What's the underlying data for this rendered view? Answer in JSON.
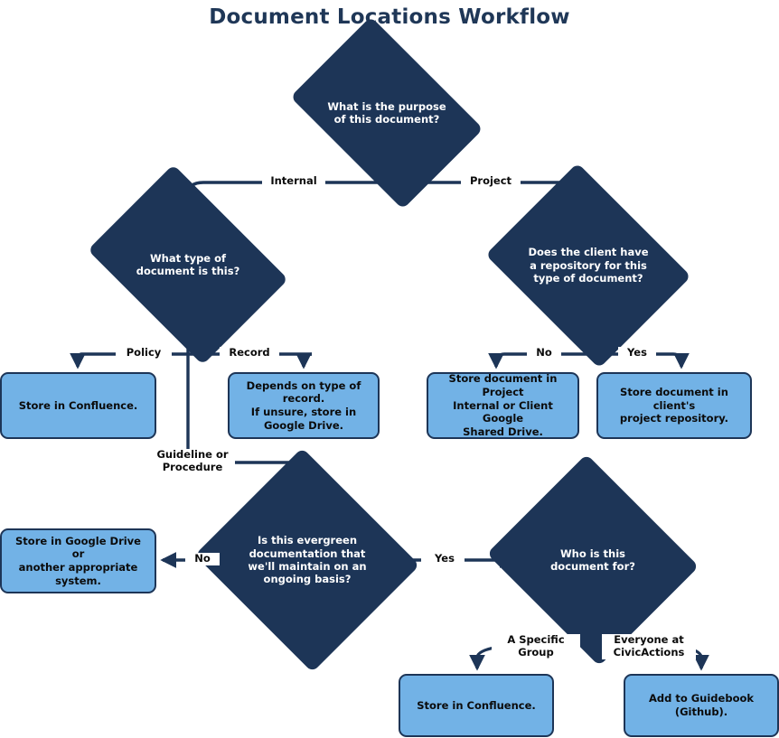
{
  "title": "Document Locations Workflow",
  "colors": {
    "decision_fill": "#1d3557",
    "decision_text": "#ffffff",
    "process_fill": "#72b2e6",
    "process_border": "#1d3557",
    "process_text": "#0b0b0b",
    "edge_stroke": "#1d3557",
    "label_text": "#0b0b0b",
    "title_text": "#1f3757",
    "background": "#ffffff"
  },
  "chart_data": {
    "type": "diagram",
    "title": "Document Locations Workflow",
    "nodes": [
      {
        "id": "purpose",
        "kind": "decision",
        "text": "What is the purpose\nof this document?"
      },
      {
        "id": "doctype",
        "kind": "decision",
        "text": "What type of\ndocument is this?"
      },
      {
        "id": "clientrepo",
        "kind": "decision",
        "text": "Does the client have\na repository for this\ntype of document?"
      },
      {
        "id": "evergreen",
        "kind": "decision",
        "text": "Is this evergreen\ndocumentation that\nwe'll maintain on an\nongoing basis?"
      },
      {
        "id": "audience",
        "kind": "decision",
        "text": "Who is this\ndocument for?"
      },
      {
        "id": "confluence1",
        "kind": "process",
        "text": "Store in Confluence."
      },
      {
        "id": "record",
        "kind": "process",
        "text": "Depends on type of record.\nIf unsure, store in\nGoogle Drive."
      },
      {
        "id": "projdrive",
        "kind": "process",
        "text": "Store document in Project\nInternal or Client Google\nShared Drive."
      },
      {
        "id": "clientproj",
        "kind": "process",
        "text": "Store document in client's\nproject repository."
      },
      {
        "id": "gdrive",
        "kind": "process",
        "text": "Store in Google Drive or\nanother appropriate system."
      },
      {
        "id": "confluence2",
        "kind": "process",
        "text": "Store in Confluence."
      },
      {
        "id": "guidebook",
        "kind": "process",
        "text": "Add to Guidebook (Github)."
      }
    ],
    "edges": [
      {
        "from": "purpose",
        "to": "doctype",
        "label": "Internal"
      },
      {
        "from": "purpose",
        "to": "clientrepo",
        "label": "Project"
      },
      {
        "from": "doctype",
        "to": "confluence1",
        "label": "Policy"
      },
      {
        "from": "doctype",
        "to": "record",
        "label": "Record"
      },
      {
        "from": "doctype",
        "to": "evergreen",
        "label": "Guideline or\nProcedure"
      },
      {
        "from": "clientrepo",
        "to": "projdrive",
        "label": "No"
      },
      {
        "from": "clientrepo",
        "to": "clientproj",
        "label": "Yes"
      },
      {
        "from": "evergreen",
        "to": "gdrive",
        "label": "No"
      },
      {
        "from": "evergreen",
        "to": "audience",
        "label": "Yes"
      },
      {
        "from": "audience",
        "to": "confluence2",
        "label": "A Specific\nGroup"
      },
      {
        "from": "audience",
        "to": "guidebook",
        "label": "Everyone at\nCivicActions"
      }
    ]
  },
  "nodes": {
    "purpose": {
      "line1": "What is the purpose",
      "line2": "of this document?"
    },
    "doctype": {
      "line1": "What type of",
      "line2": "document is this?"
    },
    "clientrepo": {
      "line1": "Does the client have",
      "line2": "a repository for this",
      "line3": "type of document?"
    },
    "evergreen": {
      "line1": "Is this evergreen",
      "line2": "documentation that",
      "line3": "we'll maintain on an",
      "line4": "ongoing basis?"
    },
    "audience": {
      "line1": "Who is this",
      "line2": "document for?"
    },
    "confluence1": {
      "line1": "Store in Confluence."
    },
    "record": {
      "line1": "Depends on type of record.",
      "line2": "If unsure, store in",
      "line3": "Google Drive."
    },
    "projdrive": {
      "line1": "Store document in Project",
      "line2": "Internal or Client Google",
      "line3": "Shared Drive."
    },
    "clientproj": {
      "line1": "Store document in client's",
      "line2": "project repository."
    },
    "gdrive": {
      "line1": "Store in Google Drive or",
      "line2": "another appropriate system."
    },
    "confluence2": {
      "line1": "Store in Confluence."
    },
    "guidebook": {
      "line1": "Add to Guidebook (Github)."
    }
  },
  "labels": {
    "internal": "Internal",
    "project": "Project",
    "policy": "Policy",
    "record": "Record",
    "guideline_procedure": "Guideline or\nProcedure",
    "no_client": "No",
    "yes_client": "Yes",
    "no_evergreen": "No",
    "yes_evergreen": "Yes",
    "specific_group": "A Specific\nGroup",
    "everyone": "Everyone at\nCivicActions"
  }
}
